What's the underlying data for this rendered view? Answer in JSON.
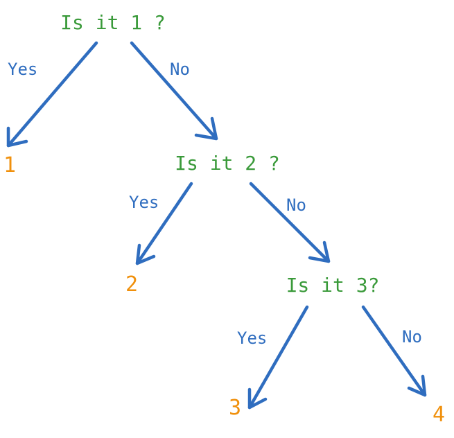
{
  "colors": {
    "question": "#3a9a3a",
    "edge": "#2f6dbf",
    "leaf": "#f0900c"
  },
  "nodes": {
    "q1": "Is it 1 ?",
    "q2": "Is it 2 ?",
    "q3": "Is it 3?"
  },
  "leaves": {
    "one": "1",
    "two": "2",
    "three": "3",
    "four": "4"
  },
  "edge_labels": {
    "q1_yes": "Yes",
    "q1_no": "No",
    "q2_yes": "Yes",
    "q2_no": "No",
    "q3_yes": "Yes",
    "q3_no": "No"
  }
}
